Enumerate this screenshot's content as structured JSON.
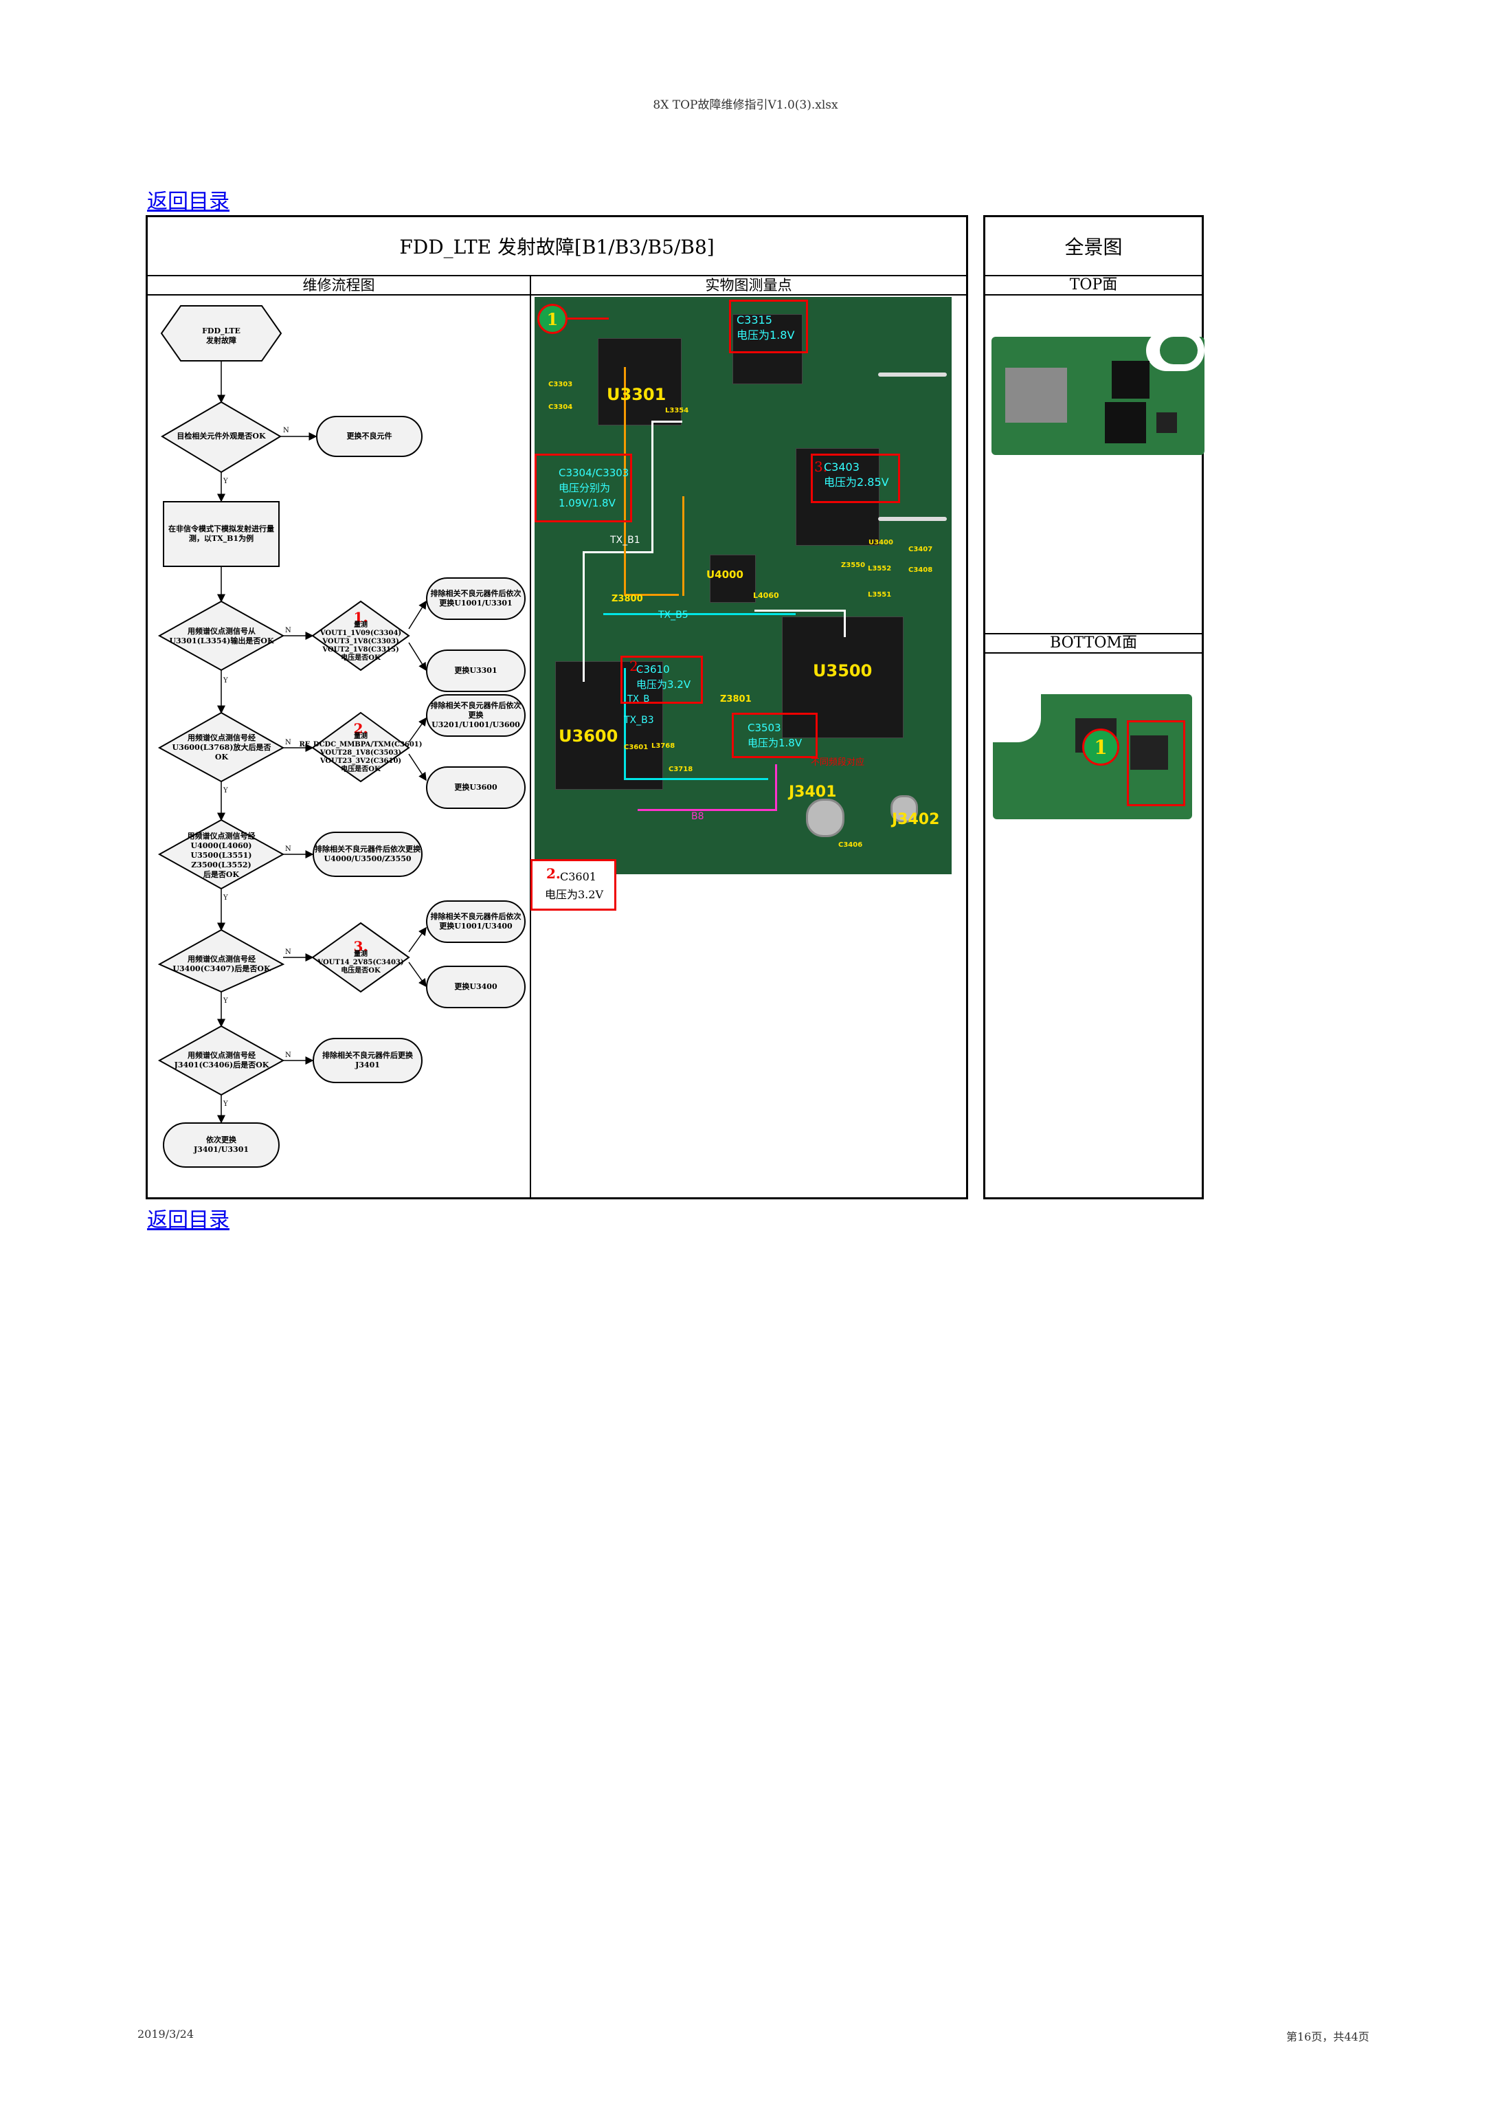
{
  "document": {
    "header": "8X TOP故障维修指引V1.0(3).xlsx",
    "back_link": "返回目录",
    "footer_date": "2019/3/24",
    "footer_page": "第16页，共44页"
  },
  "table": {
    "title": "FDD_LTE 发射故障[B1/B3/B5/B8]",
    "overview_title": "全景图",
    "col_flow": "维修流程图",
    "col_measure": "实物图测量点",
    "top_label": "TOP面",
    "bottom_label": "BOTTOM面"
  },
  "flow": {
    "start": "FDD_LTE\n发射故障",
    "d1": "目检相关元件外观是否OK",
    "d1_no": "更换不良元件",
    "p1": "在非信令模式下模拟发射进行量测，以TX_B1为例",
    "d2": "用频谱仪点测信号从U3301(L3354)输出是否OK",
    "d2_m_num": "1.",
    "d2_m": "量测\nVOUT1_1V09(C3304)\nVOUT3_1V8(C3303)\nVOUT2_1V8(C3315)\n电压是否OK",
    "d2_m_no": "排除相关不良元器件后依次更换U1001/U3301",
    "d2_m_yes": "更换U3301",
    "d3": "用频谱仪点测信号经U3600(L3768)放大后是否OK",
    "d3_m_num": "2.",
    "d3_m": "量测\nRF_DCDC_MMBPA/TXM(C3601)\nVOUT28_1V8(C3503)\nVOUT23_3V2(C3610)\n电压是否OK",
    "d3_m_no": "排除相关不良元器件后依次更换U3201/U1001/U3600",
    "d3_m_yes": "更换U3600",
    "d4": "用频谱仪点测信号经U4000(L4060)\nU3500(L3551)\nZ3500(L3552)\n后是否OK",
    "d4_no": "排除相关不良元器件后依次更换U4000/U3500/Z3550",
    "d5": "用频谱仪点测信号经U3400(C3407)后是否OK",
    "d5_m_num": "3.",
    "d5_m": "量测\nVOUT14_2V85(C3403)\n电压是否OK",
    "d5_m_no": "排除相关不良元器件后依次更换U1001/U3400",
    "d5_m_yes": "更换U3400",
    "d6": "用频谱仪点测信号经J3401(C3406)后是否OK",
    "d6_no": "排除相关不良元器件后更换J3401",
    "end": "依次更换\nJ3401/U3301",
    "yes": "Y",
    "no": "N"
  },
  "board": {
    "circle1": "1",
    "U3301": "U3301",
    "U3600": "U3600",
    "U3500": "U3500",
    "U4000": "U4000",
    "J3401": "J3401",
    "J3402": "J3402",
    "Z3800": "Z3800",
    "Z3801": "Z3801",
    "L4060": "L4060",
    "U3400": "U3400",
    "C3407": "C3407",
    "C3406": "C3406",
    "C3408": "C3408",
    "L3551": "L3551",
    "L3552": "L3552",
    "Z3550": "Z3550",
    "C3303": "C3303",
    "C3304_small": "C3304",
    "L3354": "L3354",
    "C3601_small": "C3601",
    "L3768": "L3768",
    "C3718": "C3718",
    "txb1": "TX_B1",
    "txb5": "TX_B5",
    "txb3": "TX_B3",
    "txb8": "B8",
    "txbx": "TX_B",
    "box_c3315": "C3315\n电压为1.8V",
    "box_c3304": "C3304/C3303\n电压分别为\n1.09V/1.8V",
    "box_c3403_num": "3.",
    "box_c3403": "C3403\n电压为2.85V",
    "box_c3610_num": "2.",
    "box_c3610": "C3610\n电压为3.2V",
    "box_c3503": "C3503\n电压为1.8V",
    "box_c3601_num": "2.",
    "box_c3601": "C3601\n电压为3.2V",
    "red_note": "不同频段对应"
  },
  "colors": {
    "pcb_green": "#1f5a34",
    "box_red": "#e00000",
    "chip_label": "#ffe200",
    "signal_cyan": "#00e6e6",
    "signal_orange": "#f59a00",
    "signal_magenta": "#ff33cc",
    "link_blue": "#0000ee"
  }
}
